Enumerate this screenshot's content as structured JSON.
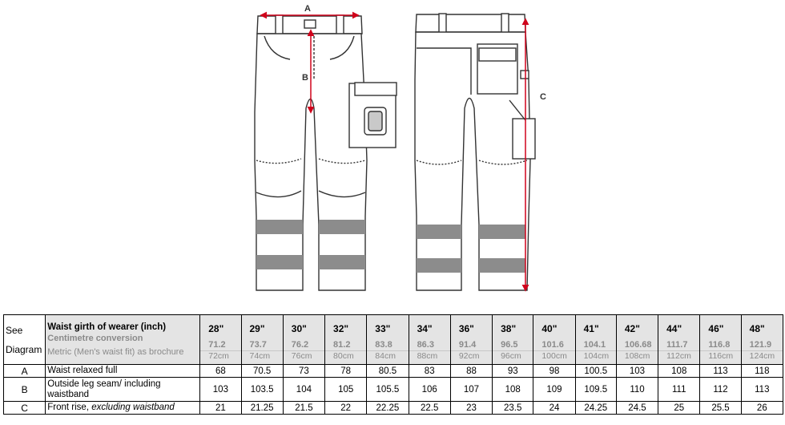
{
  "diagram": {
    "label_a": "A",
    "label_b": "B",
    "label_c": "C",
    "colors": {
      "measure": "#d0021b",
      "outline": "#333333",
      "reflective": "#8c8c8c"
    }
  },
  "table": {
    "see": "See",
    "diagram_word": "Diagram",
    "header_title": "Waist girth of wearer (inch)",
    "header_conversion": "Centimetre conversion",
    "header_metric": "Metric (Men's waist fit) as brochure",
    "sizes": [
      {
        "inch": "28\"",
        "conv": "71.2",
        "cm": "72cm"
      },
      {
        "inch": "29\"",
        "conv": "73.7",
        "cm": "74cm"
      },
      {
        "inch": "30\"",
        "conv": "76.2",
        "cm": "76cm"
      },
      {
        "inch": "32\"",
        "conv": "81.2",
        "cm": "80cm"
      },
      {
        "inch": "33\"",
        "conv": "83.8",
        "cm": "84cm"
      },
      {
        "inch": "34\"",
        "conv": "86.3",
        "cm": "88cm"
      },
      {
        "inch": "36\"",
        "conv": "91.4",
        "cm": "92cm"
      },
      {
        "inch": "38\"",
        "conv": "96.5",
        "cm": "96cm"
      },
      {
        "inch": "40\"",
        "conv": "101.6",
        "cm": "100cm"
      },
      {
        "inch": "41\"",
        "conv": "104.1",
        "cm": "104cm"
      },
      {
        "inch": "42\"",
        "conv": "106.68",
        "cm": "108cm"
      },
      {
        "inch": "44\"",
        "conv": "111.7",
        "cm": "112cm"
      },
      {
        "inch": "46\"",
        "conv": "116.8",
        "cm": "116cm"
      },
      {
        "inch": "48\"",
        "conv": "121.9",
        "cm": "124cm"
      }
    ],
    "rows": [
      {
        "label": "A",
        "desc": "Waist relaxed full",
        "desc_em": "",
        "values": [
          "68",
          "70.5",
          "73",
          "78",
          "80.5",
          "83",
          "88",
          "93",
          "98",
          "100.5",
          "103",
          "108",
          "113",
          "118"
        ]
      },
      {
        "label": "B",
        "desc": "Outside leg seam/ including waistband",
        "desc_em": "",
        "values": [
          "103",
          "103.5",
          "104",
          "105",
          "105.5",
          "106",
          "107",
          "108",
          "109",
          "109.5",
          "110",
          "111",
          "112",
          "113"
        ]
      },
      {
        "label": "C",
        "desc": "Front rise, ",
        "desc_em": "excluding waistband",
        "values": [
          "21",
          "21.25",
          "21.5",
          "22",
          "22.25",
          "22.5",
          "23",
          "23.5",
          "24",
          "24.25",
          "24.5",
          "25",
          "25.5",
          "26"
        ]
      }
    ]
  }
}
